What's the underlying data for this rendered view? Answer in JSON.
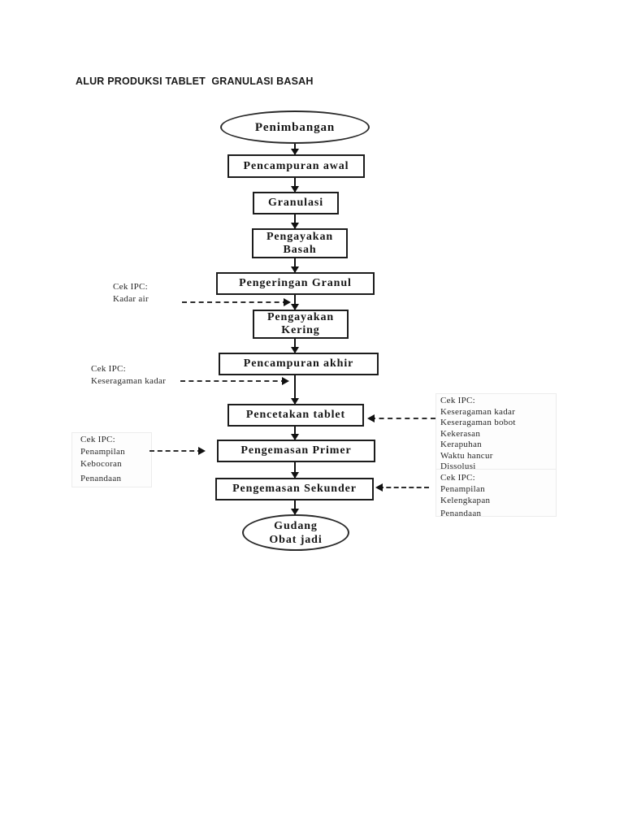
{
  "page": {
    "title": "ALUR PRODUKSI TABLET  GRANULASI BASAH"
  },
  "flowchart": {
    "nodes": [
      {
        "id": "penimbangan",
        "type": "terminator",
        "label": "Penimbangan"
      },
      {
        "id": "pencampuran-awal",
        "type": "process",
        "label": "Pencampuran awal"
      },
      {
        "id": "granulasi",
        "type": "process",
        "label": "Granulasi"
      },
      {
        "id": "pengayakan-basah",
        "type": "process",
        "label": "Pengayakan\nBasah"
      },
      {
        "id": "pengeringan-granul",
        "type": "process",
        "label": "Pengeringan Granul"
      },
      {
        "id": "pengayakan-kering",
        "type": "process",
        "label": "Pengayakan\nKering"
      },
      {
        "id": "pencampuran-akhir",
        "type": "process",
        "label": "Pencampuran akhir"
      },
      {
        "id": "pencetakan-tablet",
        "type": "process",
        "label": "Pencetakan tablet"
      },
      {
        "id": "pengemasan-primer",
        "type": "process",
        "label": "Pengemasan Primer"
      },
      {
        "id": "pengemasan-sekunder",
        "type": "process",
        "label": "Pengemasan Sekunder"
      },
      {
        "id": "gudang-obat-jadi",
        "type": "terminator",
        "label": "Gudang\nObat jadi"
      }
    ],
    "annotations": [
      {
        "id": "ipc-kadar-air",
        "side": "left",
        "target": "pengeringan-granul",
        "lines": [
          "Cek IPC:",
          "Kadar air"
        ]
      },
      {
        "id": "ipc-keseragaman-kadar",
        "side": "left",
        "target": "pencampuran-akhir",
        "lines": [
          "Cek IPC:",
          "Keseragaman kadar"
        ]
      },
      {
        "id": "ipc-pencetakan-tablet",
        "side": "right",
        "target": "pencetakan-tablet",
        "lines": [
          "Cek IPC:",
          "Keseragaman kadar",
          "Keseragaman bobot",
          "Kekerasan",
          "Kerapuhan",
          "Waktu hancur",
          "Dissolusi"
        ]
      },
      {
        "id": "ipc-pengemasan-primer",
        "side": "left",
        "target": "pengemasan-primer",
        "lines": [
          "Cek IPC:",
          "Penampilan",
          "Kebocoran",
          "Penandaan"
        ]
      },
      {
        "id": "ipc-pengemasan-sekunder",
        "side": "right",
        "target": "pengemasan-sekunder",
        "lines": [
          "Cek IPC:",
          "Penampilan",
          "Kelengkapan",
          "Penandaan"
        ]
      }
    ],
    "colors": {
      "line": "#111111",
      "text": "#161616",
      "background": "#ffffff"
    }
  }
}
